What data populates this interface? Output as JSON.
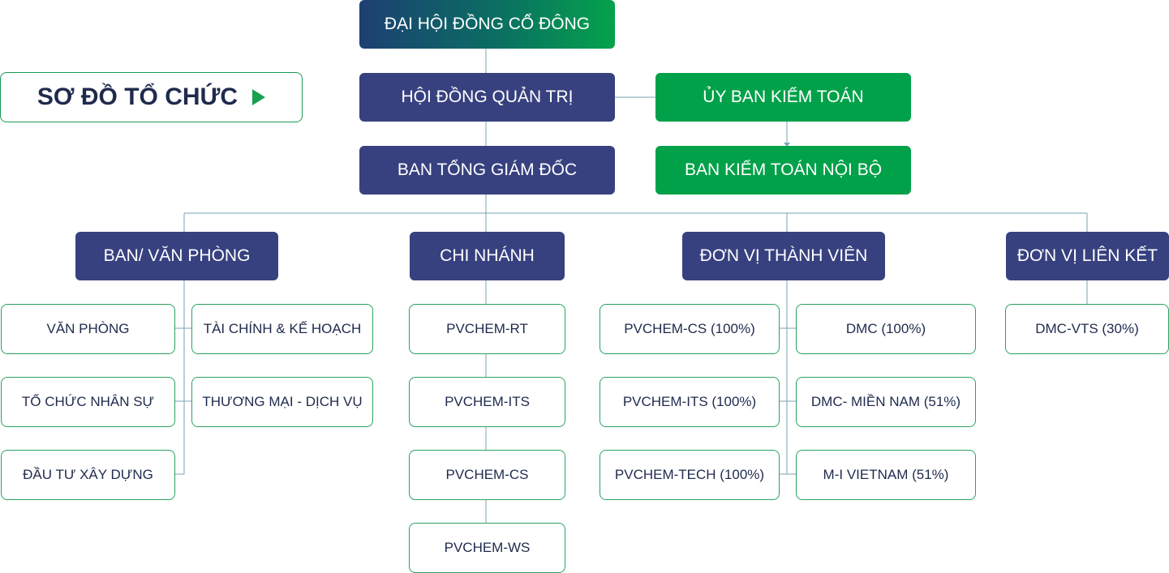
{
  "title": "SƠ ĐỒ TỔ CHỨC",
  "top": {
    "shareholders": "ĐẠI HỘI ĐỒNG CỔ ĐÔNG",
    "board": "HỘI ĐỒNG QUẢN TRỊ",
    "audit_committee": "ỦY BAN KIỂM TOÁN",
    "ceo": "BAN TỔNG GIÁM ĐỐC",
    "internal_audit": "BAN KIỂM TOÁN NỘI BỘ"
  },
  "groups": {
    "offices": {
      "label": "BAN/ VĂN PHÒNG",
      "left": [
        "VĂN PHÒNG",
        "TỔ CHỨC NHÂN SỰ",
        "ĐẦU TƯ XÂY DỰNG"
      ],
      "right": [
        "TÀI CHÍNH & KẾ HOẠCH",
        "THƯƠNG MẠI - DỊCH VỤ"
      ]
    },
    "branches": {
      "label": "CHI NHÁNH",
      "items": [
        "PVCHEM-RT",
        "PVCHEM-ITS",
        "PVCHEM-CS",
        "PVCHEM-WS"
      ]
    },
    "members": {
      "label": "ĐƠN VỊ THÀNH VIÊN",
      "left": [
        "PVCHEM-CS (100%)",
        "PVCHEM-ITS (100%)",
        "PVCHEM-TECH (100%)"
      ],
      "right": [
        "DMC (100%)",
        "DMC- MIỀN NAM (51%)",
        "M-I VIETNAM (51%)"
      ]
    },
    "affiliates": {
      "label": "ĐƠN VỊ LIÊN KẾT",
      "items": [
        "DMC-VTS (30%)"
      ]
    }
  },
  "colors": {
    "navy": "#37417f",
    "green": "#01a149",
    "line": "#7aa3b2",
    "border": "#2aa260"
  }
}
